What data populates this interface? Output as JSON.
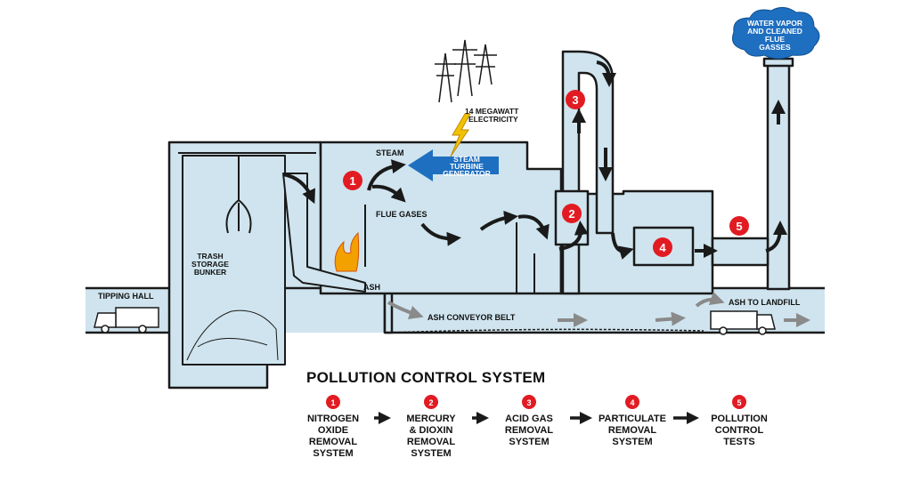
{
  "colors": {
    "fill": "#cfe4ee",
    "stroke": "#1a1a1a",
    "marker": "#e21b23",
    "accent_blue": "#1f6fc0",
    "arrow_grey": "#8a8a8a",
    "lightning": "#f2c200"
  },
  "labels": {
    "tipping_hall": "TIPPING HALL",
    "trash_storage": [
      "TRASH",
      "STORAGE",
      "BUNKER"
    ],
    "steam": "STEAM",
    "turbine": [
      "STEAM",
      "TURBINE",
      "GENERATOR"
    ],
    "flue_gases": "FLUE GASES",
    "electricity": [
      "14 MEGAWATT",
      "ELECTRICITY"
    ],
    "ash": "ASH",
    "ash_conveyor": "ASH CONVEYOR BELT",
    "ash_landfill": "ASH TO LANDFILL",
    "cloud": [
      "WATER VAPOR",
      "AND CLEANED",
      "FLUE",
      "GASSES"
    ]
  },
  "markers": [
    "1",
    "2",
    "3",
    "4",
    "5"
  ],
  "legend": {
    "title": "POLLUTION CONTROL SYSTEM",
    "items": [
      {
        "num": "1",
        "lines": [
          "NITROGEN",
          "OXIDE",
          "REMOVAL",
          "SYSTEM"
        ]
      },
      {
        "num": "2",
        "lines": [
          "MERCURY",
          "& DIOXIN",
          "REMOVAL",
          "SYSTEM"
        ]
      },
      {
        "num": "3",
        "lines": [
          "ACID GAS",
          "REMOVAL",
          "SYSTEM"
        ]
      },
      {
        "num": "4",
        "lines": [
          "PARTICULATE",
          "REMOVAL",
          "SYSTEM"
        ]
      },
      {
        "num": "5",
        "lines": [
          "POLLUTION",
          "CONTROL",
          "TESTS"
        ]
      }
    ]
  }
}
